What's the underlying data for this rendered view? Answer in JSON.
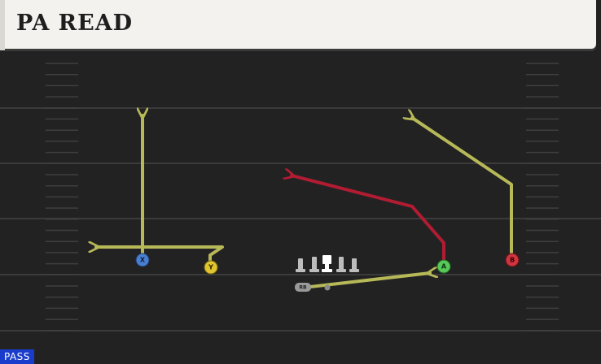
{
  "header": {
    "title": "PA READ"
  },
  "badge": {
    "label": "PASS"
  },
  "colors": {
    "route_primary": "#b7b858",
    "route_hot": "#b21c33",
    "field_bg": "#222222",
    "yard_line": "#3b3b3b",
    "hash_mark": "#3f3f3f",
    "x_receiver": "#4a7fcf",
    "y_receiver": "#e0c430",
    "a_receiver": "#58c85a",
    "b_receiver": "#d0343e"
  },
  "players": {
    "x": {
      "label": "X",
      "color_key": "x_receiver",
      "role": "receiver"
    },
    "y": {
      "label": "Y",
      "color_key": "y_receiver",
      "role": "receiver"
    },
    "a": {
      "label": "A",
      "color_key": "a_receiver",
      "role": "receiver"
    },
    "b": {
      "label": "B",
      "color_key": "b_receiver",
      "role": "receiver"
    },
    "rb": {
      "label": "RB",
      "role": "running-back"
    }
  },
  "formation": {
    "offensive_line_count": 5,
    "center_index": 2
  }
}
